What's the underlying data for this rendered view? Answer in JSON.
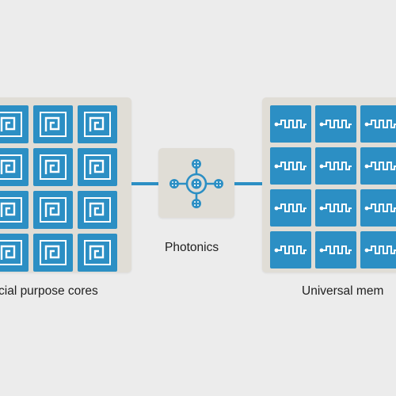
{
  "labels": {
    "cores": "cial purpose cores",
    "photonics": "Photonics",
    "memory": "Universal mem"
  },
  "colors": {
    "background": "#ececec",
    "panel": "#e0ddd6",
    "tile": "#2c8fc4",
    "glyph": "#ffffff",
    "text": "#1f1f1f"
  },
  "grids": {
    "cores": {
      "rows": 4,
      "cols": 3,
      "icon": "core-chip-icon"
    },
    "memory": {
      "rows": 4,
      "cols": 3,
      "icon": "memory-wave-icon"
    }
  },
  "photonics": {
    "icon": "photonics-network-icon"
  }
}
